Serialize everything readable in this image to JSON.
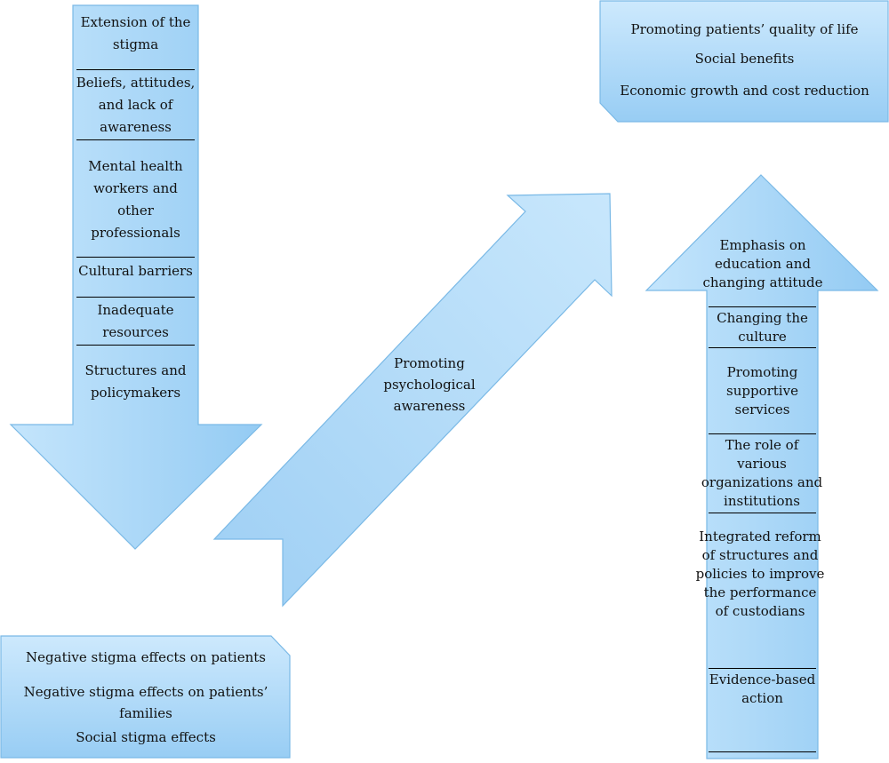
{
  "down_arrow": {
    "items": [
      "Extension of the stigma",
      "Beliefs, attitudes, and lack of awareness",
      "Mental health workers and other professionals",
      "Cultural barriers",
      "Inadequate resources",
      "Structures and policymakers"
    ]
  },
  "diagonal_arrow": {
    "label": "Promoting psychological awareness"
  },
  "up_arrow": {
    "items": [
      "Emphasis on education and changing attitude",
      "Changing the culture",
      "Promoting supportive services",
      "The role of various organizations and institutions",
      "Integrated reform of structures and policies to improve the performance of custodians",
      "Evidence-based action"
    ]
  },
  "top_right_box": {
    "items": [
      "Promoting patients’ quality of life",
      "Social benefits",
      "Economic growth and cost reduction"
    ]
  },
  "bottom_left_box": {
    "items": [
      "Negative stigma effects on patients",
      "Negative stigma effects on  patients’ families",
      "Social stigma effects"
    ]
  },
  "colors": {
    "fill_light": "#bfe2fb",
    "fill_dark": "#8ec7f2",
    "stroke": "#7ab9e6"
  }
}
